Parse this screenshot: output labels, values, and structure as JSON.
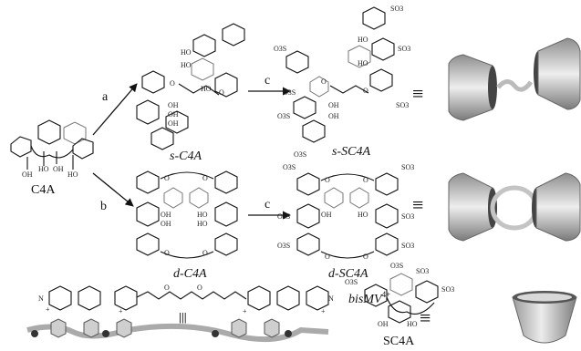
{
  "labels": {
    "c4a": "C4A",
    "step_a": "a",
    "step_b": "b",
    "step_c_top": "c",
    "step_c_bottom": "c",
    "s_c4a": "s-C4A",
    "d_c4a": "d-C4A",
    "s_sc4a": "s-SC4A",
    "d_sc4a": "d-SC4A",
    "sc4a": "SC4A",
    "bismv": "bisMV",
    "bismv_charge": "4+",
    "equiv_1": "≡",
    "equiv_2": "≡",
    "equiv_3": "≡",
    "triple": "|||"
  },
  "groups": {
    "hydroxyl": "OH",
    "hydroxyl_rev": "HO",
    "sulfonate": "SO3",
    "sulfonate_rev": "O3S",
    "ether_o": "O",
    "methyl_n": "N",
    "plus": "+"
  },
  "colors": {
    "ink": "#111111",
    "cup_dark": "#4a4a4a",
    "cup_light": "#e6e6e6",
    "thread": "#bdbdbd"
  }
}
